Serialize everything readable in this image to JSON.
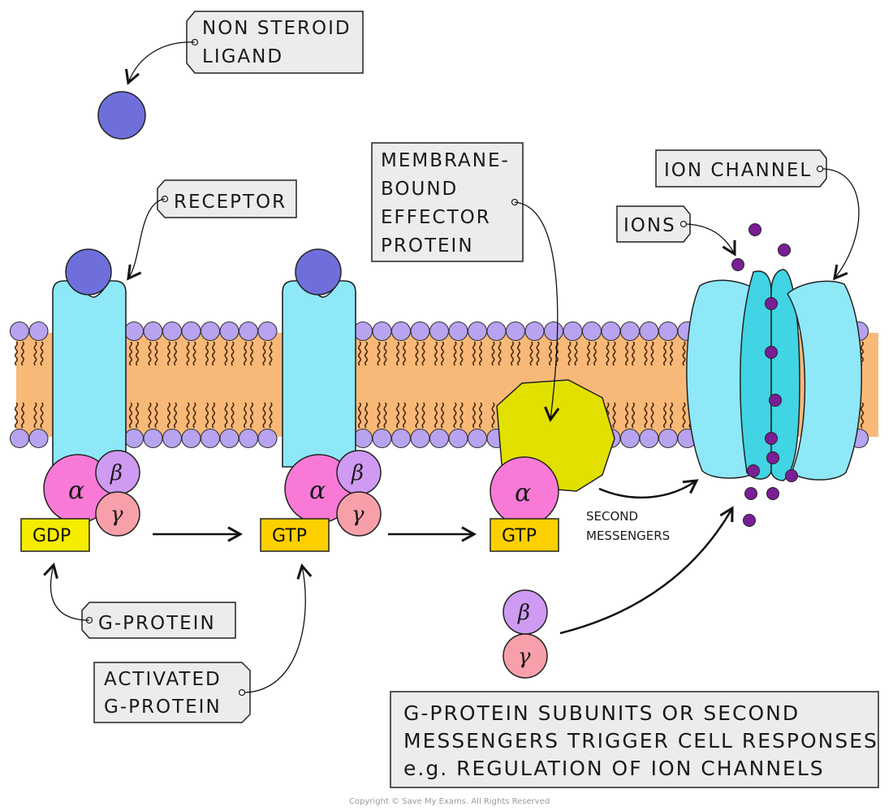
{
  "labels": {
    "ligand_line1": "NON STEROID",
    "ligand_line2": "LIGAND",
    "receptor": "RECEPTOR",
    "effector_line1": "MEMBRANE-",
    "effector_line2": "BOUND",
    "effector_line3": "EFFECTOR",
    "effector_line4": "PROTEIN",
    "ion_channel": "ION CHANNEL",
    "ions": "IONS",
    "gprotein": "G-PROTEIN",
    "activated_line1": "ACTIVATED",
    "activated_line2": "G-PROTEIN",
    "second_line1": "SECOND",
    "second_line2": "MESSENGERS"
  },
  "subunits": {
    "alpha": "α",
    "beta": "β",
    "gamma": "γ"
  },
  "nucleotides": {
    "gdp": "GDP",
    "gtp_1": "GTP",
    "gtp_2": "GTP"
  },
  "caption": {
    "line1": "G-PROTEIN SUBUNITS OR SECOND",
    "line2": "MESSENGERS TRIGGER CELL RESPONSES",
    "line3": "e.g. REGULATION OF ION CHANNELS"
  },
  "copyright": "Copyright © Save My Exams. All Rights Reserved",
  "colors": {
    "membrane_core": "#f8b978",
    "phospholipid_head": "#b8a3f0",
    "ligand": "#6f6fdc",
    "receptor": "#8ee8f8",
    "alpha": "#f97ad6",
    "beta": "#cf9af2",
    "gamma": "#f8a0aa",
    "gdp": "#f5ec00",
    "gtp": "#ffd000",
    "effector": "#e2e000",
    "ion": "#7a1e96",
    "channel_outer": "#8ee8f8",
    "channel_inner": "#40d4e4"
  }
}
